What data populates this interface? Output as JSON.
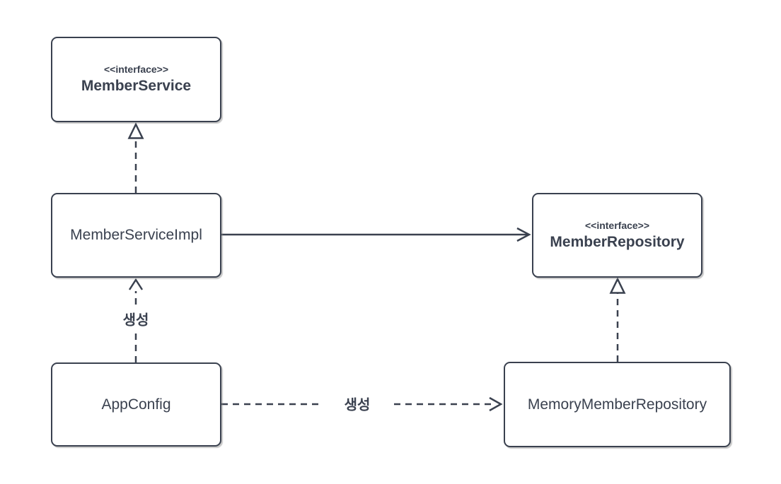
{
  "diagram": {
    "title": "UML class diagram (Spring member service)",
    "background_color": "#ffffff",
    "stroke_color": "#3a414f",
    "text_color": "#3a414f",
    "node_fill_color": "#ffffff",
    "nodes": {
      "member_service": {
        "stereotype": "<<interface>>",
        "name": "MemberService"
      },
      "member_service_impl": {
        "name": "MemberServiceImpl"
      },
      "member_repository": {
        "stereotype": "<<interface>>",
        "name": "MemberRepository"
      },
      "app_config": {
        "name": "AppConfig"
      },
      "memory_member_repository": {
        "name": "MemoryMemberRepository"
      }
    },
    "edges": [
      {
        "from": "MemberServiceImpl",
        "to": "MemberService",
        "type": "realization",
        "line": "dashed",
        "arrowhead": "hollow-triangle",
        "label": ""
      },
      {
        "from": "MemberServiceImpl",
        "to": "MemberRepository",
        "type": "association",
        "line": "solid",
        "arrowhead": "open-v",
        "label": ""
      },
      {
        "from": "AppConfig",
        "to": "MemberServiceImpl",
        "type": "dependency",
        "line": "dashed",
        "arrowhead": "open-v",
        "label": "생성"
      },
      {
        "from": "AppConfig",
        "to": "MemoryMemberRepository",
        "type": "dependency",
        "line": "dashed",
        "arrowhead": "open-v",
        "label": "생성"
      },
      {
        "from": "MemoryMemberRepository",
        "to": "MemberRepository",
        "type": "realization",
        "line": "dashed",
        "arrowhead": "hollow-triangle",
        "label": ""
      }
    ]
  }
}
